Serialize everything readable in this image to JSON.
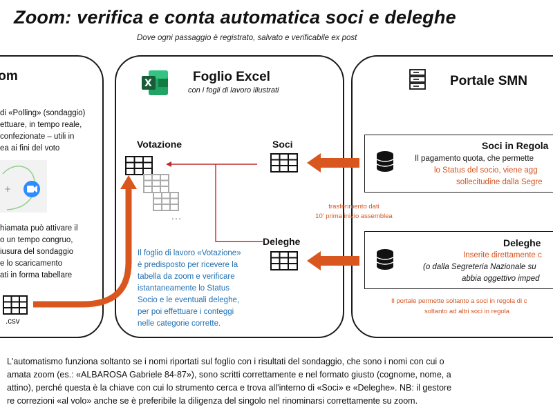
{
  "title": "Zoom: verifica e conta automatica soci e deleghe",
  "subtitle": "Dove ogni passaggio è registrato, salvato e verificabile ex post",
  "zoom_panel": {
    "title": "Zoom",
    "text1": [
      "di «Polling» (sondaggio)",
      "ettuare, in tempo reale,",
      "confezionate – utili in",
      "ea ai fini del voto"
    ],
    "text2": [
      "hiamata può attivare il",
      "o un tempo congruo,",
      "iusura del sondaggio",
      "e lo scaricamento",
      "ati in forma tabellare"
    ],
    "csv_label": ".csv"
  },
  "excel_panel": {
    "title": "Foglio Excel",
    "subtitle": "con i fogli di lavoro illustrati",
    "votazione_label": "Votazione",
    "soci_label": "Soci",
    "deleghe_label": "Deleghe",
    "description": [
      "Il foglio di lavoro «Votazione»",
      "è predisposto per ricevere la",
      "tabella da zoom e verificare",
      "istantaneamente lo Status",
      "Socio e le eventuali deleghe,",
      "per poi effettuare i conteggi",
      "nelle categorie corrette."
    ]
  },
  "transfer_note": [
    "trasferimento dati",
    "10' prima inizio assemblea"
  ],
  "smn_panel": {
    "title": "Portale SMN",
    "soci_box": {
      "title": "Soci in Regola",
      "line1": "Il pagamento quota, che permette",
      "orange_lines": [
        "lo Status del socio, viene agg",
        "sollecitudine dalla Segre"
      ]
    },
    "deleghe_box": {
      "title": "Deleghe",
      "orange_line": "Inserite direttamente c",
      "lines": [
        "(o dalla Segreteria Nazionale su",
        "abbia oggettivo imped"
      ]
    },
    "footer_note": [
      "Il portale permette soltanto a soci in regola di c",
      "soltanto ad altri soci in regola"
    ]
  },
  "bottom_text": [
    "L'automatismo funziona soltanto se i nomi riportati sul foglio con i risultati del sondaggio, che sono i nomi con cui o",
    "amata zoom (es.: «ALBAROSA Gabriele 84-87»), sono scritti correttamente e nel formato giusto (cognome, nome, a",
    "attino), perché questa è la chiave con cui lo strumento cerca e trova all'interno di «Soci» e «Deleghe». NB: il gestore",
    "re correzioni «al volo» anche se è preferibile la diligenza del singolo nel rinominarsi correttamente su zoom."
  ],
  "colors": {
    "accent_orange": "#d4531f",
    "accent_blue": "#1f6fb2",
    "excel_green": "#1d7a45",
    "zoom_blue": "#2d8cff"
  }
}
